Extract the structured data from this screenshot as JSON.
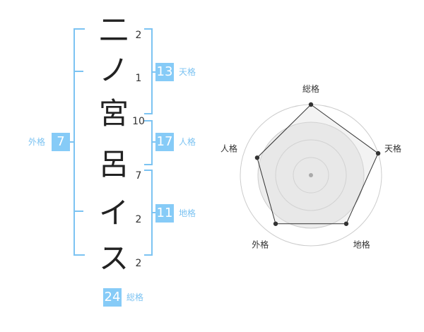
{
  "name": {
    "characters": [
      "二",
      "ノ",
      "宮",
      "呂",
      "イ",
      "ス"
    ],
    "strokes": [
      "2",
      "1",
      "10",
      "7",
      "2",
      "2"
    ]
  },
  "fortune": {
    "tenkaku": {
      "label": "天格",
      "value": "13"
    },
    "jinkaku": {
      "label": "人格",
      "value": "17"
    },
    "chikaku": {
      "label": "地格",
      "value": "11"
    },
    "gaikaku": {
      "label": "外格",
      "value": "7"
    },
    "soukaku": {
      "label": "総格",
      "value": "24"
    }
  },
  "radar": {
    "axes": [
      "総格",
      "天格",
      "地格",
      "外格",
      "人格"
    ],
    "levels": 4,
    "values": [
      1.0,
      1.0,
      0.85,
      0.85,
      0.8
    ],
    "colors": {
      "fill": "#eeeeee",
      "ring": "#cccccc",
      "line": "#333333",
      "dot": "#333333",
      "center": "#aaaaaa"
    }
  }
}
